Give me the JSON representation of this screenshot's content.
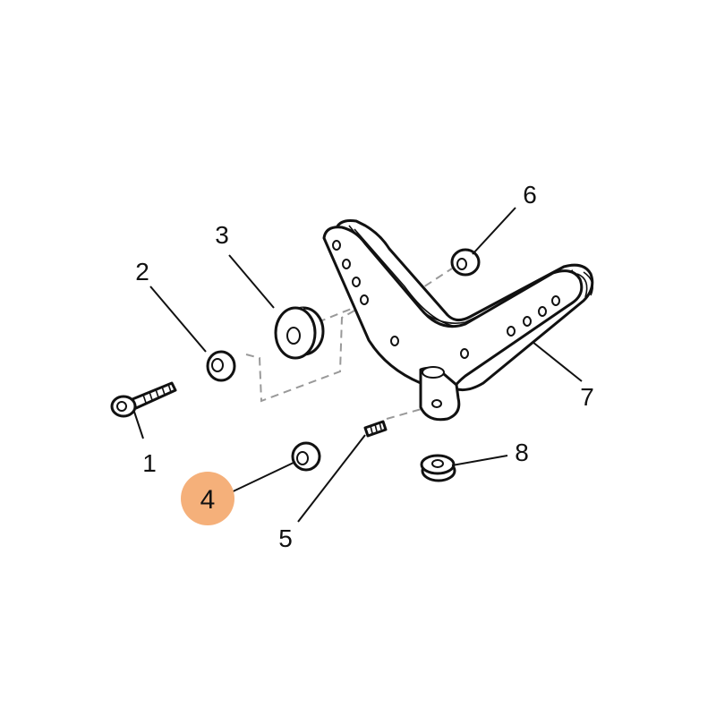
{
  "diagram": {
    "highlight_color": "#F5B07A",
    "highlighted_part": "4",
    "labels": [
      {
        "id": "1",
        "text": "1"
      },
      {
        "id": "2",
        "text": "2"
      },
      {
        "id": "3",
        "text": "3"
      },
      {
        "id": "4",
        "text": "4"
      },
      {
        "id": "5",
        "text": "5"
      },
      {
        "id": "6",
        "text": "6"
      },
      {
        "id": "7",
        "text": "7"
      },
      {
        "id": "8",
        "text": "8"
      }
    ]
  }
}
